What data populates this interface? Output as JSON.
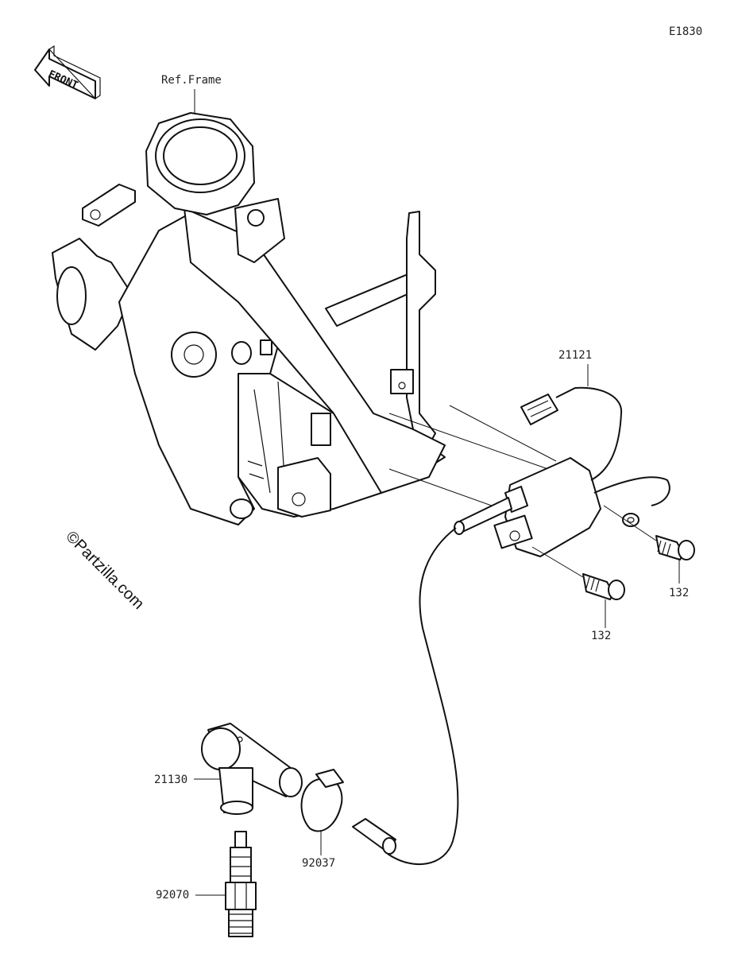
{
  "diagram": {
    "code": "E1830",
    "front_label": "FRONT",
    "watermark": "©Partzilla.com",
    "callouts": {
      "ref_frame": "Ref.Frame",
      "coil": "21121",
      "bolt_right": "132",
      "bolt_lower": "132",
      "plug_cap": "21130",
      "clamp": "92037",
      "spark_plug": "92070"
    }
  }
}
